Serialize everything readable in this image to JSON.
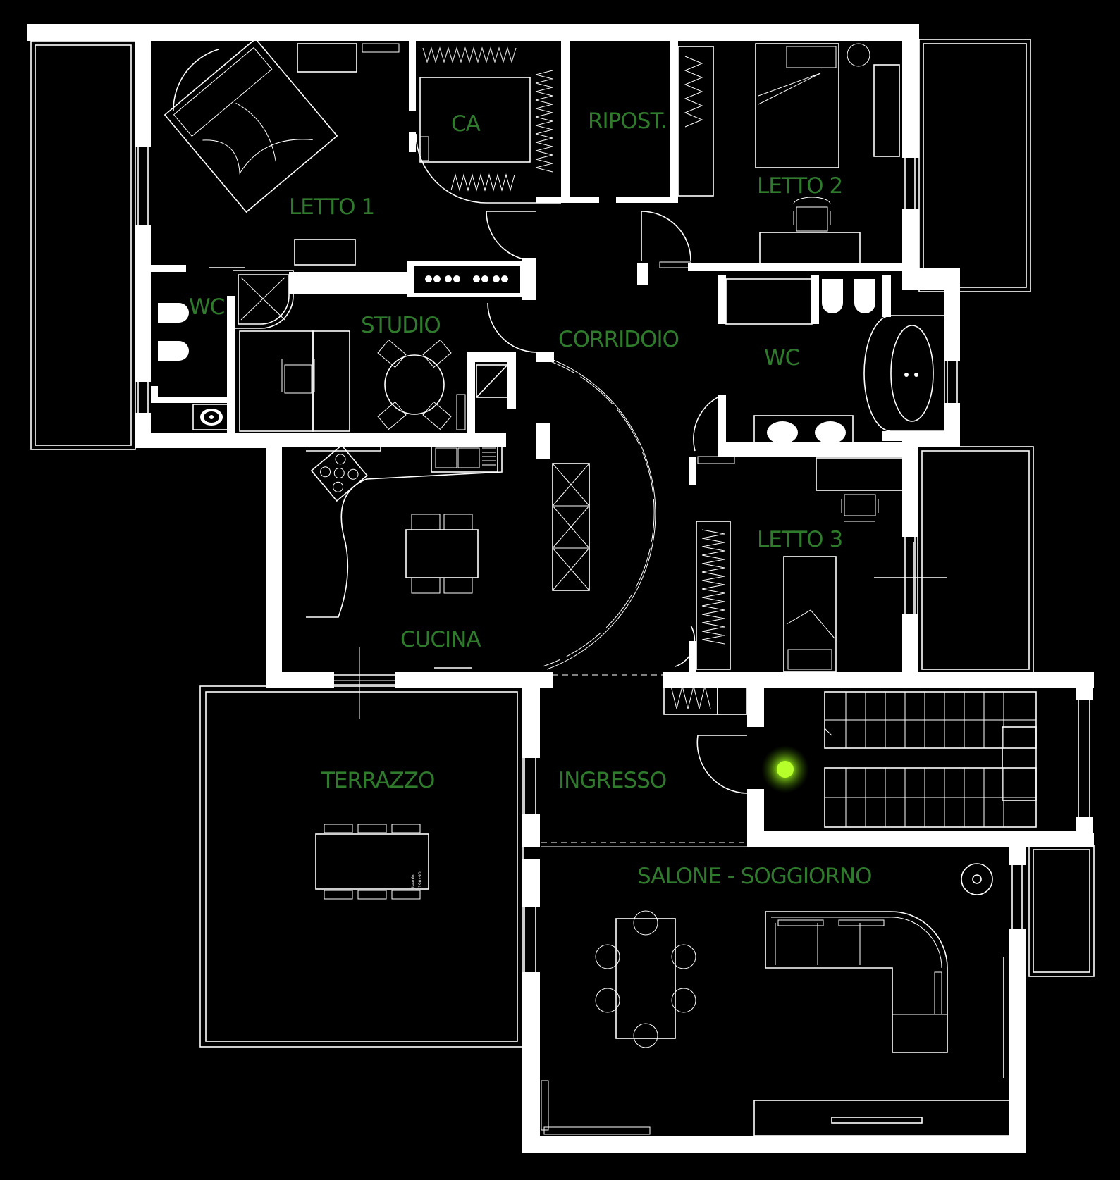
{
  "rooms": {
    "letto1": "LETTO 1",
    "ca": "CA",
    "ripost": "RIPOST.",
    "letto2": "LETTO 2",
    "wc_left": "WC",
    "studio": "STUDIO",
    "corridoio": "CORRIDOIO",
    "wc_right": "WC",
    "cucina": "CUCINA",
    "letto3": "LETTO 3",
    "terrazzo": "TERRAZZO",
    "ingresso": "INGRESSO",
    "salone": "SALONE - SOGGIORNO"
  },
  "furniture": {
    "tavolo_label": "tavolo",
    "tavolo_size": "190x90"
  },
  "colors": {
    "background": "#000000",
    "walls": "#ffffff",
    "labels": "#2f7a2c",
    "light": "#9ef01a"
  }
}
